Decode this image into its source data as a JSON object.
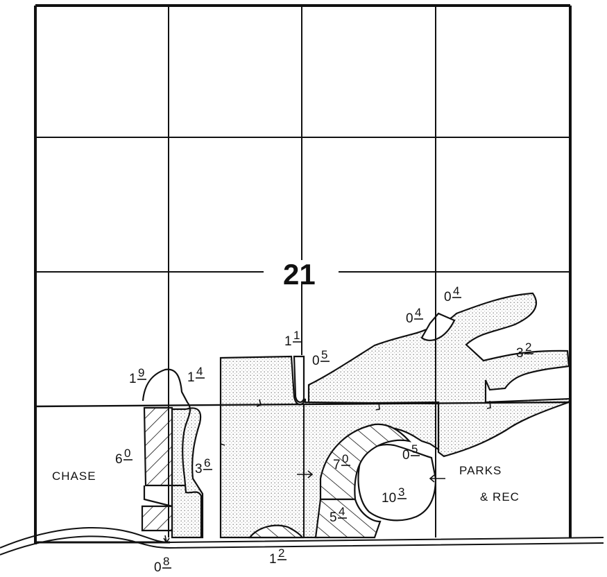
{
  "section_number": "21",
  "labels": {
    "chase": "CHASE",
    "parks": "PARKS",
    "rec": "& REC"
  },
  "parcels": [
    {
      "id": "p1",
      "main": "1",
      "sup": "1"
    },
    {
      "id": "p2",
      "main": "0",
      "sup": "5"
    },
    {
      "id": "p3",
      "main": "0",
      "sup": "4"
    },
    {
      "id": "p4",
      "main": "0",
      "sup": "4"
    },
    {
      "id": "p5",
      "main": "3",
      "sup": "2"
    },
    {
      "id": "p6",
      "main": "1",
      "sup": "9"
    },
    {
      "id": "p7",
      "main": "1",
      "sup": "4"
    },
    {
      "id": "p8",
      "main": "6",
      "sup": "0"
    },
    {
      "id": "p9",
      "main": "3",
      "sup": "6"
    },
    {
      "id": "p10",
      "main": "7",
      "sup": "0"
    },
    {
      "id": "p11",
      "main": "0",
      "sup": "5"
    },
    {
      "id": "p12",
      "main": "10",
      "sup": "3"
    },
    {
      "id": "p13",
      "main": "5",
      "sup": "4"
    },
    {
      "id": "p14",
      "main": "0",
      "sup": "8"
    },
    {
      "id": "p15",
      "main": "1",
      "sup": "2"
    }
  ],
  "colors": {
    "ink": "#111111",
    "stipple": "#bdbdbd",
    "paper": "#ffffff"
  }
}
